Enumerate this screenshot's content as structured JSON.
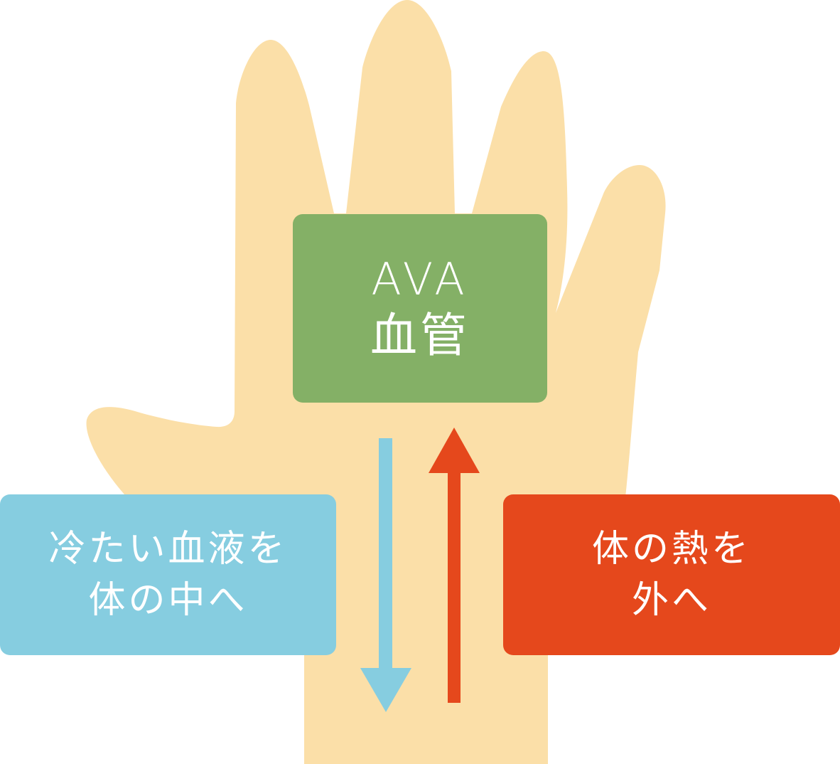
{
  "colors": {
    "hand": "#fbdfa8",
    "ava_box": "#84b066",
    "cold": "#86cde0",
    "heat": "#e5481c",
    "text": "#ffffff"
  },
  "ava_box": {
    "line1": "AVA",
    "line2": "血管"
  },
  "cold_box": {
    "line1": "冷たい血液を",
    "line2": "体の中へ"
  },
  "heat_box": {
    "line1": "体の熱を",
    "line2": "外へ"
  },
  "arrows": {
    "down": {
      "meaning": "cold",
      "direction": "down"
    },
    "up": {
      "meaning": "heat",
      "direction": "up"
    }
  }
}
